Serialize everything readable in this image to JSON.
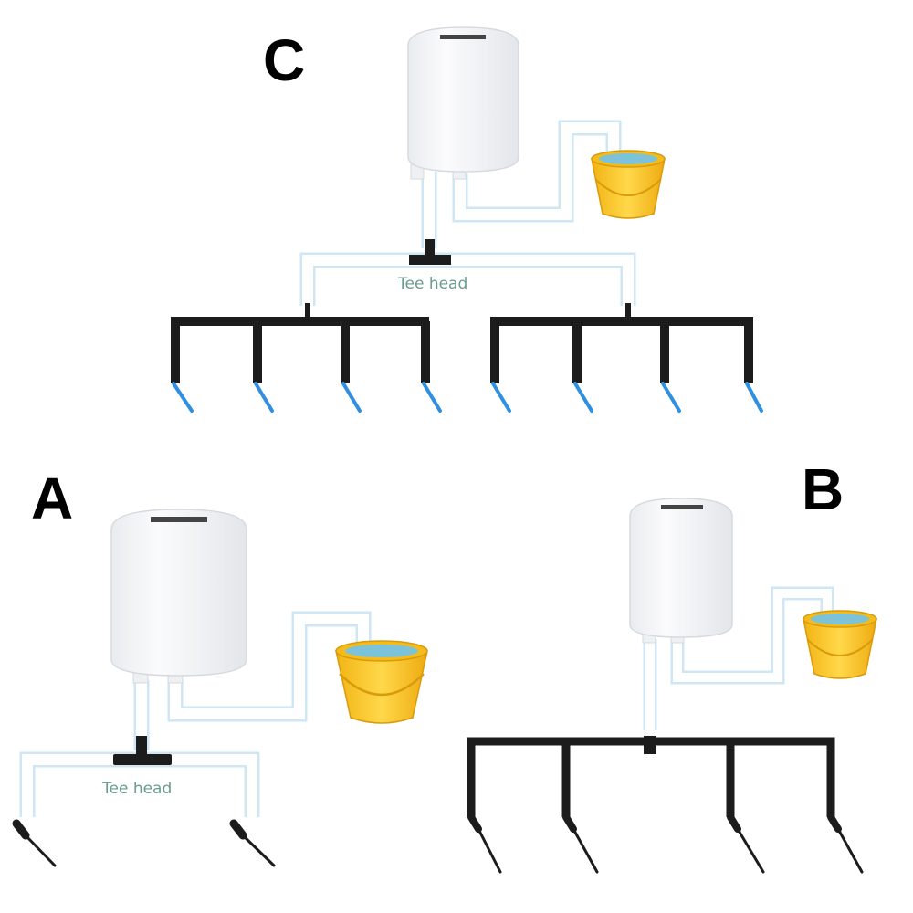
{
  "colors": {
    "background": "#ffffff",
    "tank": "#f7f8fa",
    "tank_outline": "#d6dadf",
    "white_tube": "#ffffff",
    "white_tube_outline": "#cfe6f4",
    "black_tube": "#1c1c1c",
    "bucket": "#f6c623",
    "bucket_dark": "#e0a90f",
    "water": "#7cc3d9",
    "blue_drip": "#2f8fe0",
    "label_text": "#6a9c8a"
  },
  "panels": {
    "a": {
      "letter": "A",
      "tee_label": "Tee head"
    },
    "b": {
      "letter": "B"
    },
    "c": {
      "letter": "C",
      "tee_label": "Tee head"
    }
  },
  "icons": {
    "tank": "water-tank-icon",
    "bucket": "water-bucket-icon",
    "drip_stake": "drip-stake-icon",
    "blue_drip": "blue-drip-line-icon"
  }
}
